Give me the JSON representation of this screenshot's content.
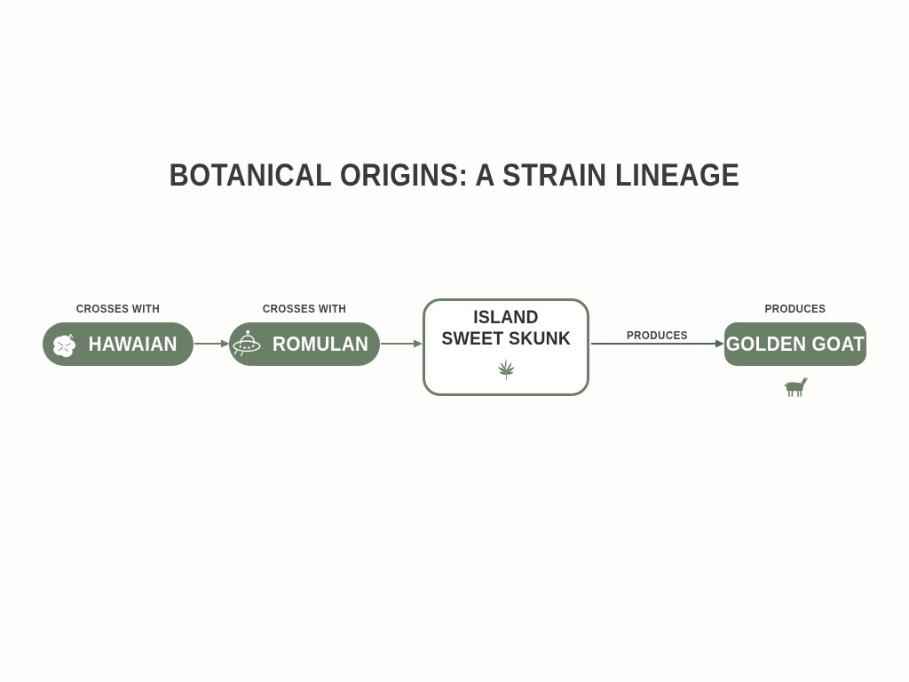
{
  "page": {
    "title": "BOTANICAL ORIGINS: A STRAIN LINEAGE",
    "background_color": "#fdfdfc",
    "accent_color": "#6b7f68",
    "title_color": "#3a3a3a",
    "caption_color": "#3f3f3f"
  },
  "diagram": {
    "type": "linear-flow",
    "nodes": [
      {
        "id": "hawaian",
        "label": "HAWAIAN",
        "caption": "CROSSES WITH",
        "caption_position": "above",
        "style": "filled-pill",
        "fill": "#6b7f68",
        "text_color": "#ffffff",
        "icon": "hibiscus-flower-icon",
        "icon_position": "inside-left",
        "icon_color": "#ffffff"
      },
      {
        "id": "romulan",
        "label": "ROMULAN",
        "caption": "CROSSES WITH",
        "caption_position": "above",
        "style": "filled-pill",
        "fill": "#6b7f68",
        "text_color": "#ffffff",
        "icon": "ufo-icon",
        "icon_position": "inside-left",
        "icon_color": "#ffffff"
      },
      {
        "id": "island-sweet-skunk",
        "label_line1": "ISLAND",
        "label_line2": "SWEET SKUNK",
        "caption": "",
        "style": "outlined-card",
        "fill": "#ffffff",
        "border_color": "#6b7f68",
        "text_color": "#2e2e2e",
        "icon": "cannabis-leaf-icon",
        "icon_position": "inside-bottom",
        "icon_color": "#6b8068"
      },
      {
        "id": "golden-goat",
        "label": "GOLDEN GOAT",
        "caption": "PRODUCES",
        "caption_position": "above",
        "style": "filled-pill",
        "fill": "#6b7f68",
        "text_color": "#ffffff",
        "icon": "goat-icon",
        "icon_position": "below-node",
        "icon_color": "#6b8068"
      }
    ],
    "connectors": [
      {
        "id": "arrow-1",
        "from": "hawaian",
        "to": "romulan",
        "label": "",
        "color": "#6b7f68"
      },
      {
        "id": "arrow-2",
        "from": "romulan",
        "to": "island-sweet-skunk",
        "label": "",
        "color": "#6b7f68"
      },
      {
        "id": "arrow-3",
        "from": "island-sweet-skunk",
        "to": "golden-goat",
        "label": "PRODUCES",
        "color": "#53635f"
      }
    ]
  }
}
